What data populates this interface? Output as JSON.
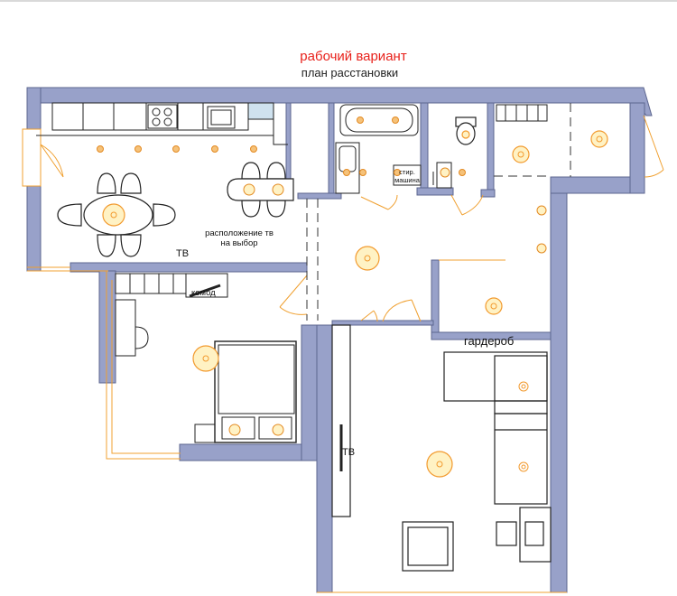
{
  "header": {
    "title": "рабочий вариант",
    "subtitle": "план расстановки"
  },
  "labels": {
    "tv_kitchen": "ТВ",
    "tv_choice_line1": "расположение тв",
    "tv_choice_line2": "на выбор",
    "dresser": "комод",
    "washer_line1": "стир.",
    "washer_line2": "машина",
    "wardrobe": "гардероб",
    "tv_living": "ТВ"
  },
  "colors": {
    "wall": "#98a1c9",
    "wall_stroke": "#5d668f",
    "title": "#e8211b",
    "lamp": "#f29a2e",
    "lamp_fill": "#fff2c4",
    "door": "#f0a030",
    "furniture": "#222222"
  },
  "icons": {
    "ceiling_light": "orange-circle-dot",
    "spot_light": "orange-crossed-circle"
  }
}
